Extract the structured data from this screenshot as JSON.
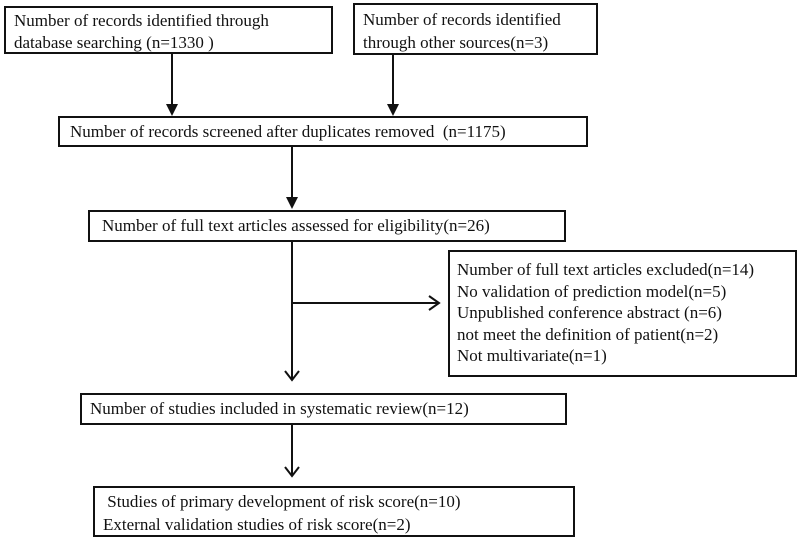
{
  "figure": {
    "type": "prisma-flow-diagram",
    "background_color": "#ffffff",
    "line_color": "#111111",
    "text_color": "#111111"
  },
  "boxes": {
    "identified_database": {
      "lines": [
        "Number of records identified through",
        "database searching (n=1330 )"
      ],
      "n": 1330
    },
    "identified_other": {
      "lines": [
        "Number of records identified",
        "through other sources(n=3)"
      ],
      "n": 3
    },
    "screened": {
      "lines": [
        "Number of records screened after duplicates removed  (n=1175)"
      ],
      "n": 1175
    },
    "fulltext_assessed": {
      "lines": [
        "Number of full text articles assessed for eligibility(n=26)"
      ],
      "n": 26
    },
    "fulltext_excluded": {
      "lines": [
        "Number of full text articles excluded(n=14)",
        "No validation of prediction model(n=5)",
        "Unpublished conference abstract (n=6)",
        "not meet the definition of patient(n=2)",
        "Not multivariate(n=1)"
      ],
      "n": 14
    },
    "included_review": {
      "lines": [
        "Number of studies included in systematic review(n=12)"
      ],
      "n": 12
    },
    "final_split": {
      "lines": [
        " Studies of primary development of risk score(n=10)",
        "External validation studies of risk score(n=2)"
      ],
      "n_development": 10,
      "n_validation": 2
    }
  }
}
